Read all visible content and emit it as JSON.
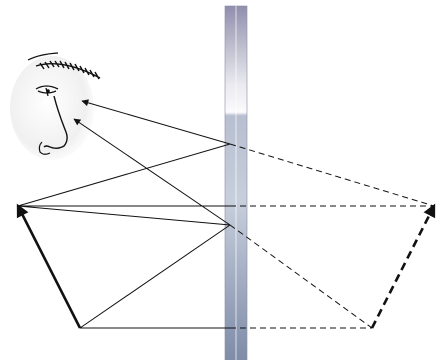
{
  "figure": {
    "background_color": "#ffffff",
    "line_color": "#111111",
    "mirror_colors": {
      "top": "#9c9cb6",
      "middle": "#f3f3f6",
      "lower": "#a7b2c6",
      "bottom": "#8693ad"
    },
    "elements": {
      "observer": "observer-eye-face",
      "mirror": "vertical-plane-mirror",
      "object": "object-arrow",
      "image": "image-arrow-dashed"
    }
  }
}
